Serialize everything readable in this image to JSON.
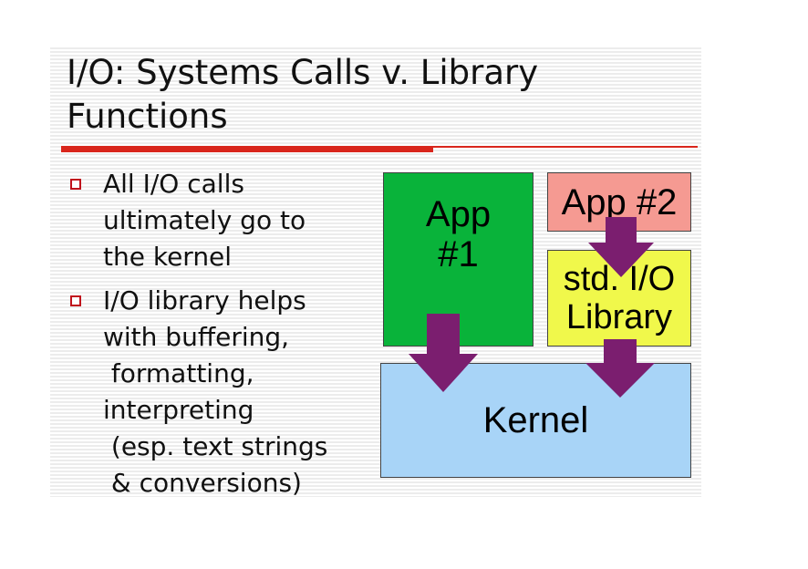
{
  "slide": {
    "title": "I/O: Systems Calls v. Library\nFunctions",
    "bullets": [
      {
        "text": "All I/O calls\nultimately go to\nthe kernel"
      },
      {
        "text": "I/O library helps\nwith buffering,\n formatting,\ninterpreting\n (esp. text strings\n & conversions)"
      }
    ]
  },
  "diagram": {
    "app1": {
      "label": "App\n#1",
      "color": "#09b33a"
    },
    "app2": {
      "label": "App #2",
      "color": "#f59a92"
    },
    "stdio": {
      "label": "std. I/O\nLibrary",
      "color": "#f0f84b"
    },
    "kernel": {
      "label": "Kernel",
      "color": "#a8d4f7"
    },
    "arrow_color": "#7b1e6f",
    "title_rule_color": "#d9261c",
    "bullet_marker_color": "#c0121c"
  }
}
